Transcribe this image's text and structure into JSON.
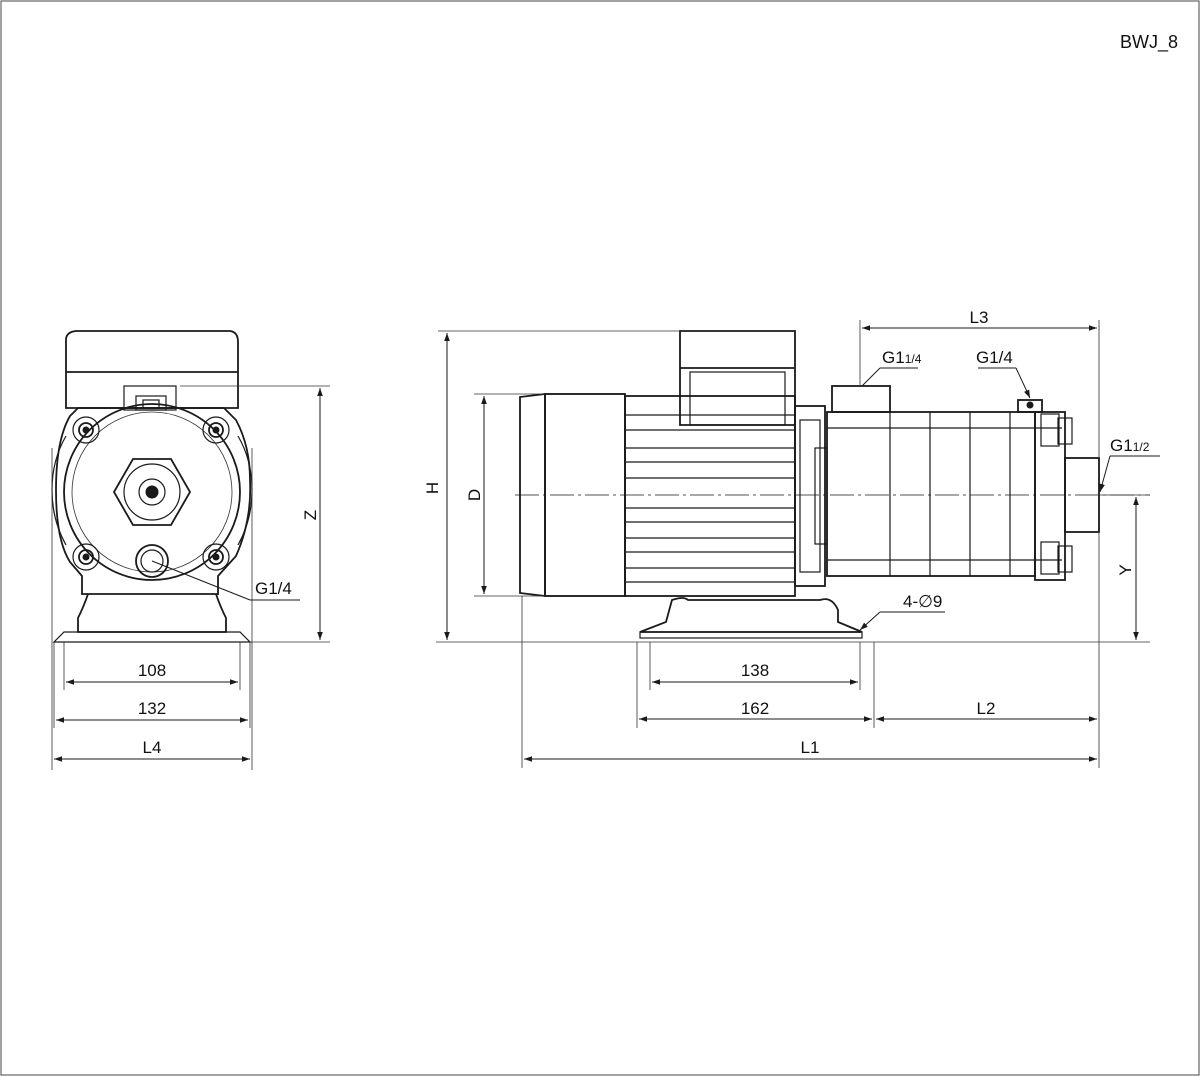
{
  "drawing_code": "BWJ_8",
  "end_view": {
    "port_label": "G1/4",
    "dimensions": {
      "foot_hole_spacing": "108",
      "foot_width": "132",
      "overall_width": "L4",
      "height": "Z"
    }
  },
  "side_view": {
    "inlet_label": {
      "main": "G1",
      "sub": "1/4"
    },
    "vent_label": "G1/4",
    "outlet_label": {
      "main": "G1",
      "sub": "1/2"
    },
    "mount_holes_label": "4-∅9",
    "dimensions": {
      "overall_height": "H",
      "motor_diameter": "D",
      "pump_length": "L3",
      "foot_hole_spacing": "138",
      "foot_length": "162",
      "foot_to_outlet": "L2",
      "overall_length": "L1",
      "axis_height": "Y"
    }
  }
}
